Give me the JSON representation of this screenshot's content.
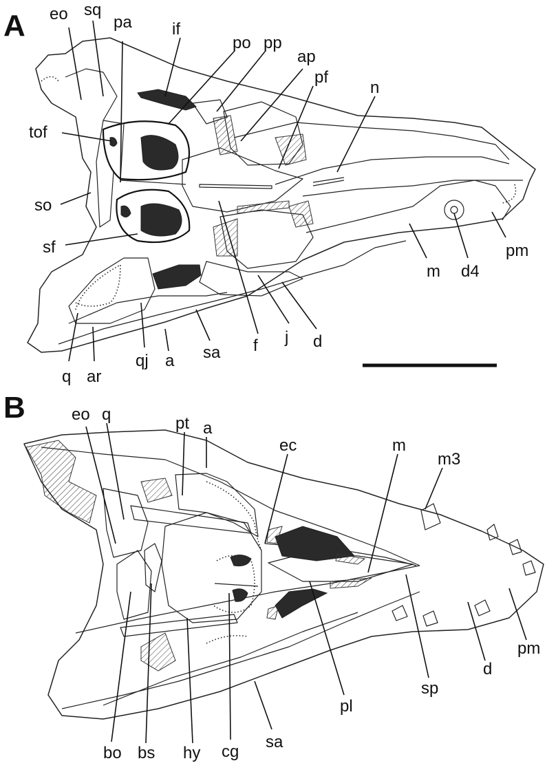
{
  "panels": {
    "a": {
      "letter": "A",
      "labels": {
        "eo": "eo",
        "sq": "sq",
        "pa": "pa",
        "if": "if",
        "po": "po",
        "pp": "pp",
        "ap": "ap",
        "pf": "pf",
        "n": "n",
        "tof": "tof",
        "so": "so",
        "sf": "sf",
        "m": "m",
        "d4": "d4",
        "pm": "pm",
        "q": "q",
        "ar": "ar",
        "qj": "qj",
        "a": "a",
        "sa": "sa",
        "f": "f",
        "j": "j",
        "d": "d"
      }
    },
    "b": {
      "letter": "B",
      "labels": {
        "eo": "eo",
        "q": "q",
        "pt": "pt",
        "a": "a",
        "ec": "ec",
        "m": "m",
        "m3": "m3",
        "pm": "pm",
        "d": "d",
        "sp": "sp",
        "pl": "pl",
        "sa": "sa",
        "cg": "cg",
        "hy": "hy",
        "bs": "bs",
        "bo": "bo"
      }
    }
  },
  "colors": {
    "ink": "#222222",
    "fill_dark": "#2a2a2a",
    "background": "#ffffff"
  }
}
